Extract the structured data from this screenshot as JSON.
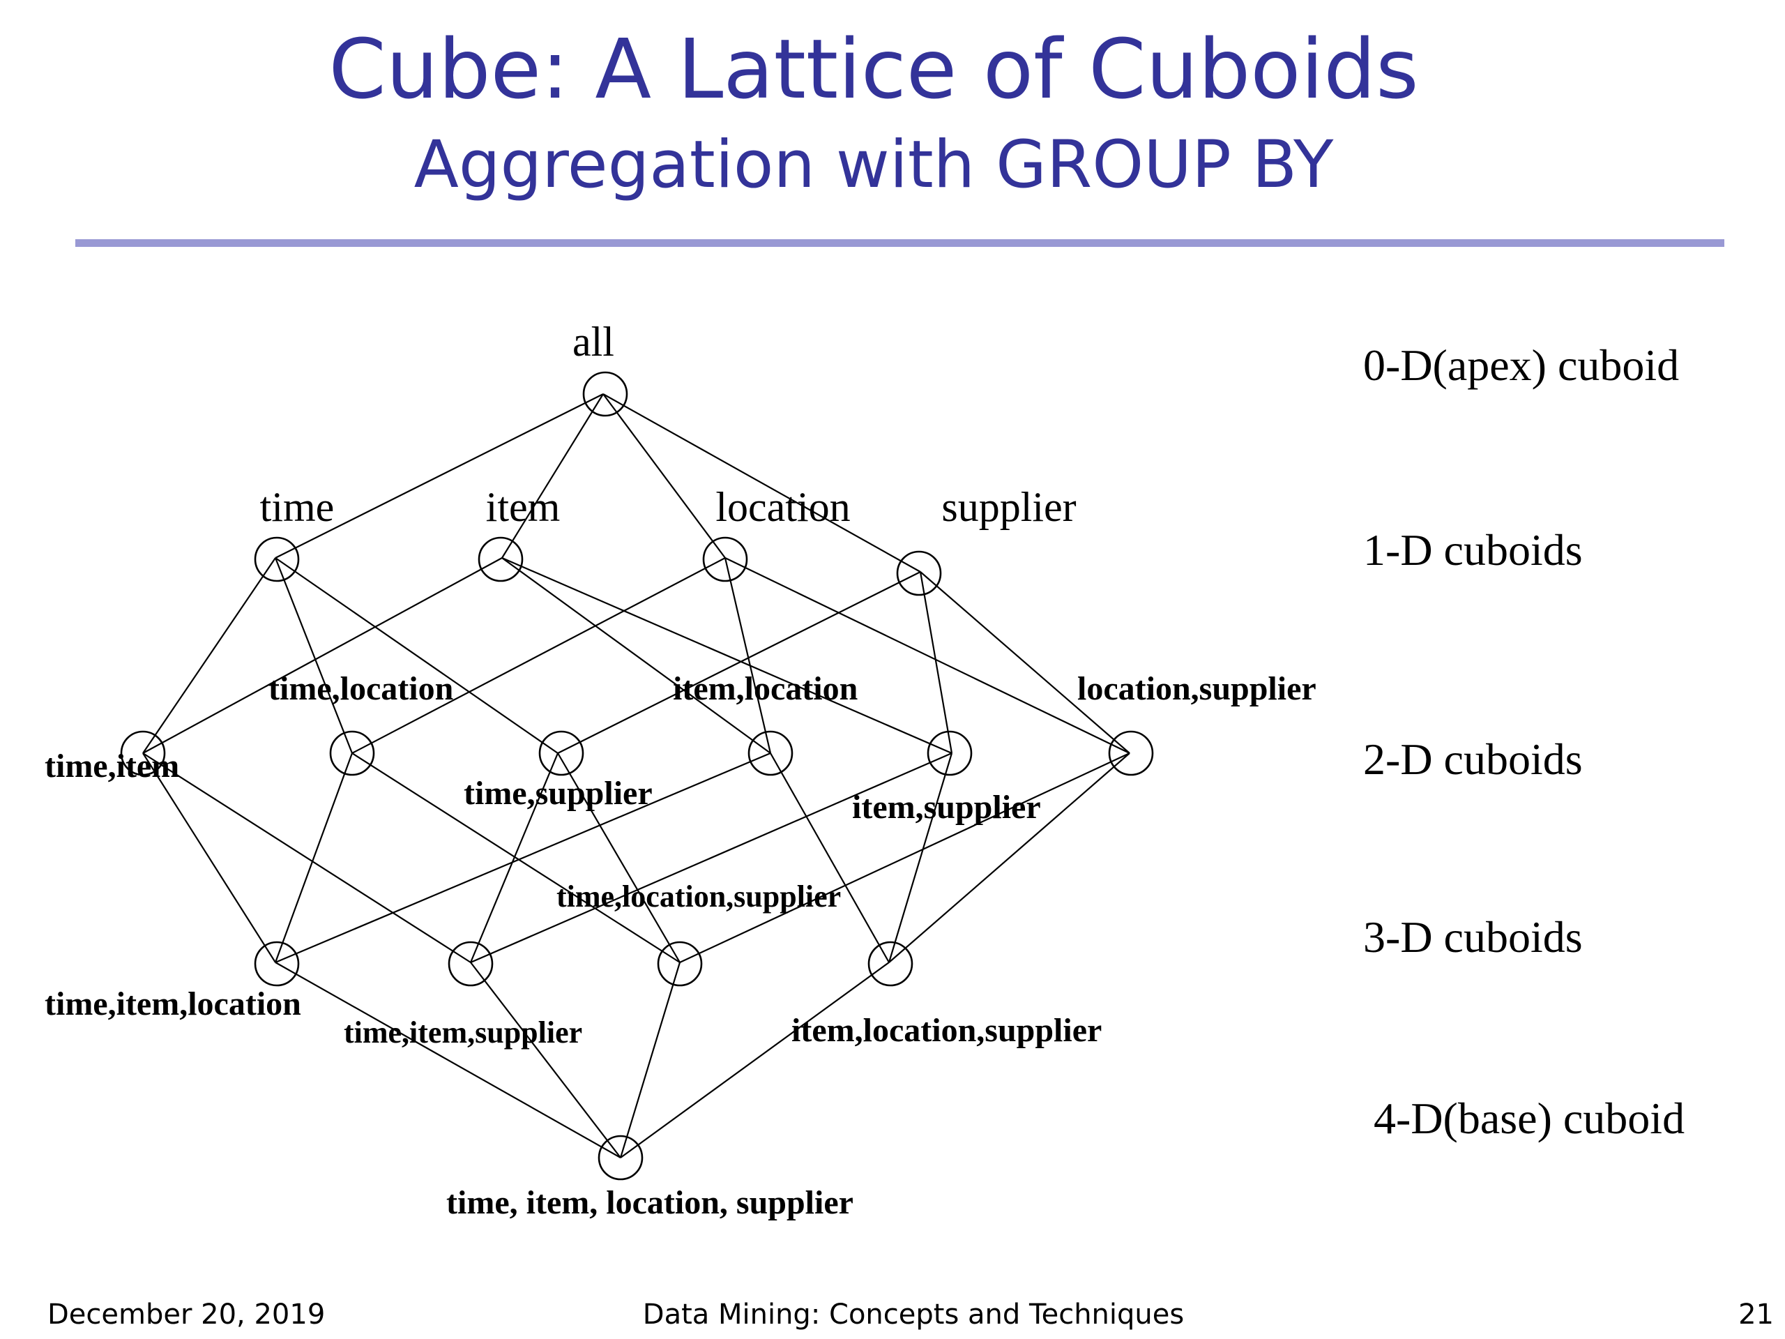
{
  "slide": {
    "title": "Cube: A Lattice of Cuboids",
    "subtitle": "Aggregation with GROUP BY"
  },
  "nodes": {
    "all": "all",
    "time": "time",
    "item": "item",
    "location": "location",
    "supplier": "supplier",
    "time_item": "time,item",
    "time_location": "time,location",
    "time_supplier": "time,supplier",
    "item_location": "item,location",
    "item_supplier": "item,supplier",
    "location_supplier": "location,supplier",
    "time_item_location": "time,item,location",
    "time_item_supplier": "time,item,supplier",
    "time_location_supplier": "time,location,supplier",
    "item_location_supplier": "item,location,supplier",
    "base": "time, item, location, supplier"
  },
  "levels": {
    "d0": "0-D(apex) cuboid",
    "d1": "1-D cuboids",
    "d2": "2-D cuboids",
    "d3": "3-D cuboids",
    "d4": "4-D(base) cuboid"
  },
  "footer": {
    "date": "December 20, 2019",
    "course": "Data Mining: Concepts and Techniques",
    "page": "21"
  }
}
